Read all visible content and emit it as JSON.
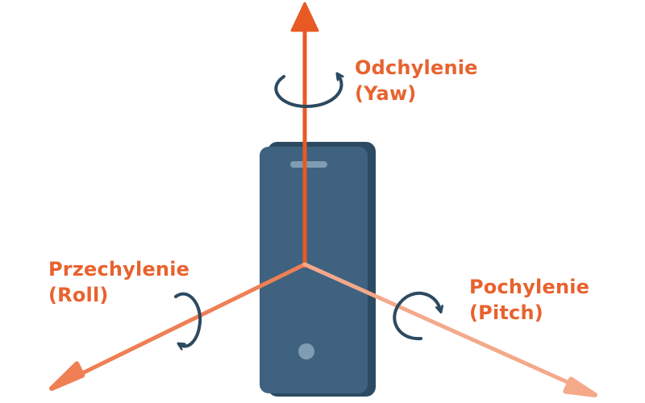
{
  "labels": {
    "yaw": {
      "name": "Odchylenie",
      "english": "(Yaw)"
    },
    "roll": {
      "name": "Przechylenie",
      "english": "(Roll)"
    },
    "pitch": {
      "name": "Pochylenie",
      "english": "(Pitch)"
    }
  },
  "colors": {
    "label_text": "#e8622e",
    "yaw_axis": "#e85a24",
    "roll_axis": "#ef7f55",
    "pitch_axis": "#f4a98a",
    "rotation_arrow": "#2c4a61",
    "phone_body": "#3e6280",
    "phone_side": "#2c4a62",
    "phone_details": "#7f9cb2"
  },
  "icons": {
    "phone": "smartphone-icon",
    "rotation": "curved-rotation-arrow-icon"
  }
}
